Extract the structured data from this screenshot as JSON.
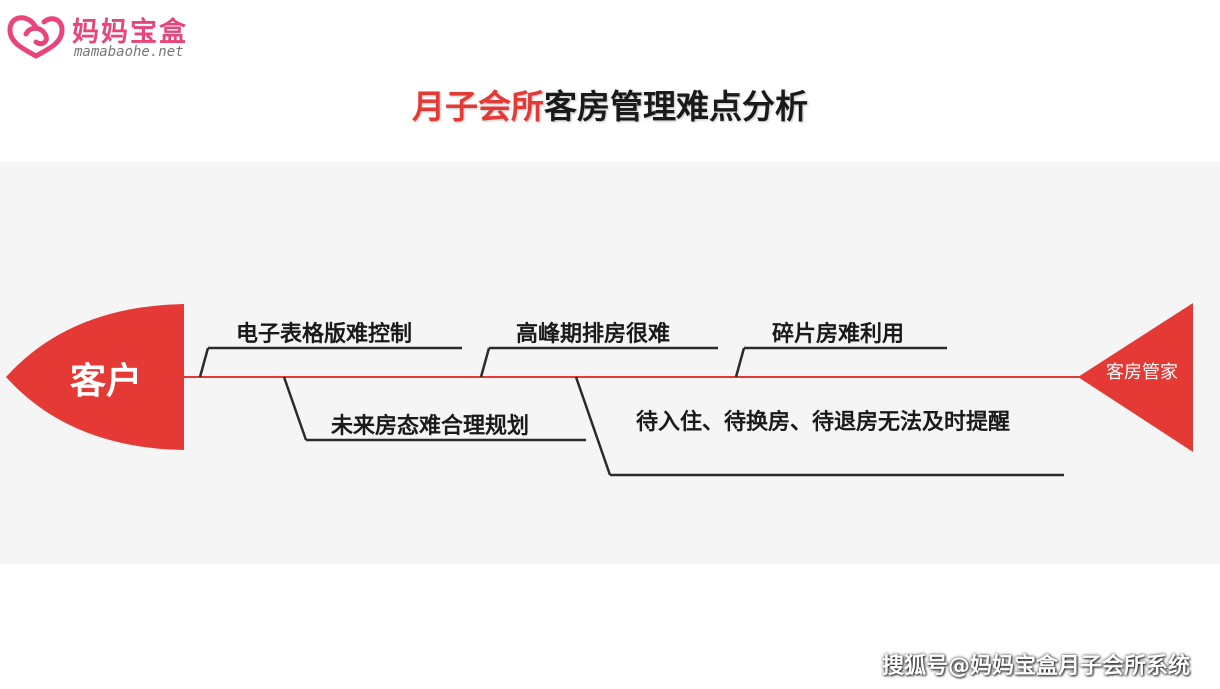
{
  "brand": {
    "name": "妈妈宝盒",
    "domain": "mamabaohe.net",
    "logo_icon": "heart-infinity-icon",
    "color": "#e8457a"
  },
  "title": {
    "accent_text": "月子会所",
    "main_text": "客房管理难点分析",
    "accent_color": "#e53935"
  },
  "diagram": {
    "head_label": "客户",
    "tail_label": "客房管家",
    "spine_color": "#e53935",
    "causes_top": [
      "电子表格版难控制",
      "高峰期排房很难",
      "碎片房难利用"
    ],
    "causes_bottom": [
      "未来房态难合理规划",
      "待入住、待换房、待退房无法及时提醒"
    ]
  },
  "footer": {
    "watermark": "搜狐号@妈妈宝盒月子会所系统"
  }
}
